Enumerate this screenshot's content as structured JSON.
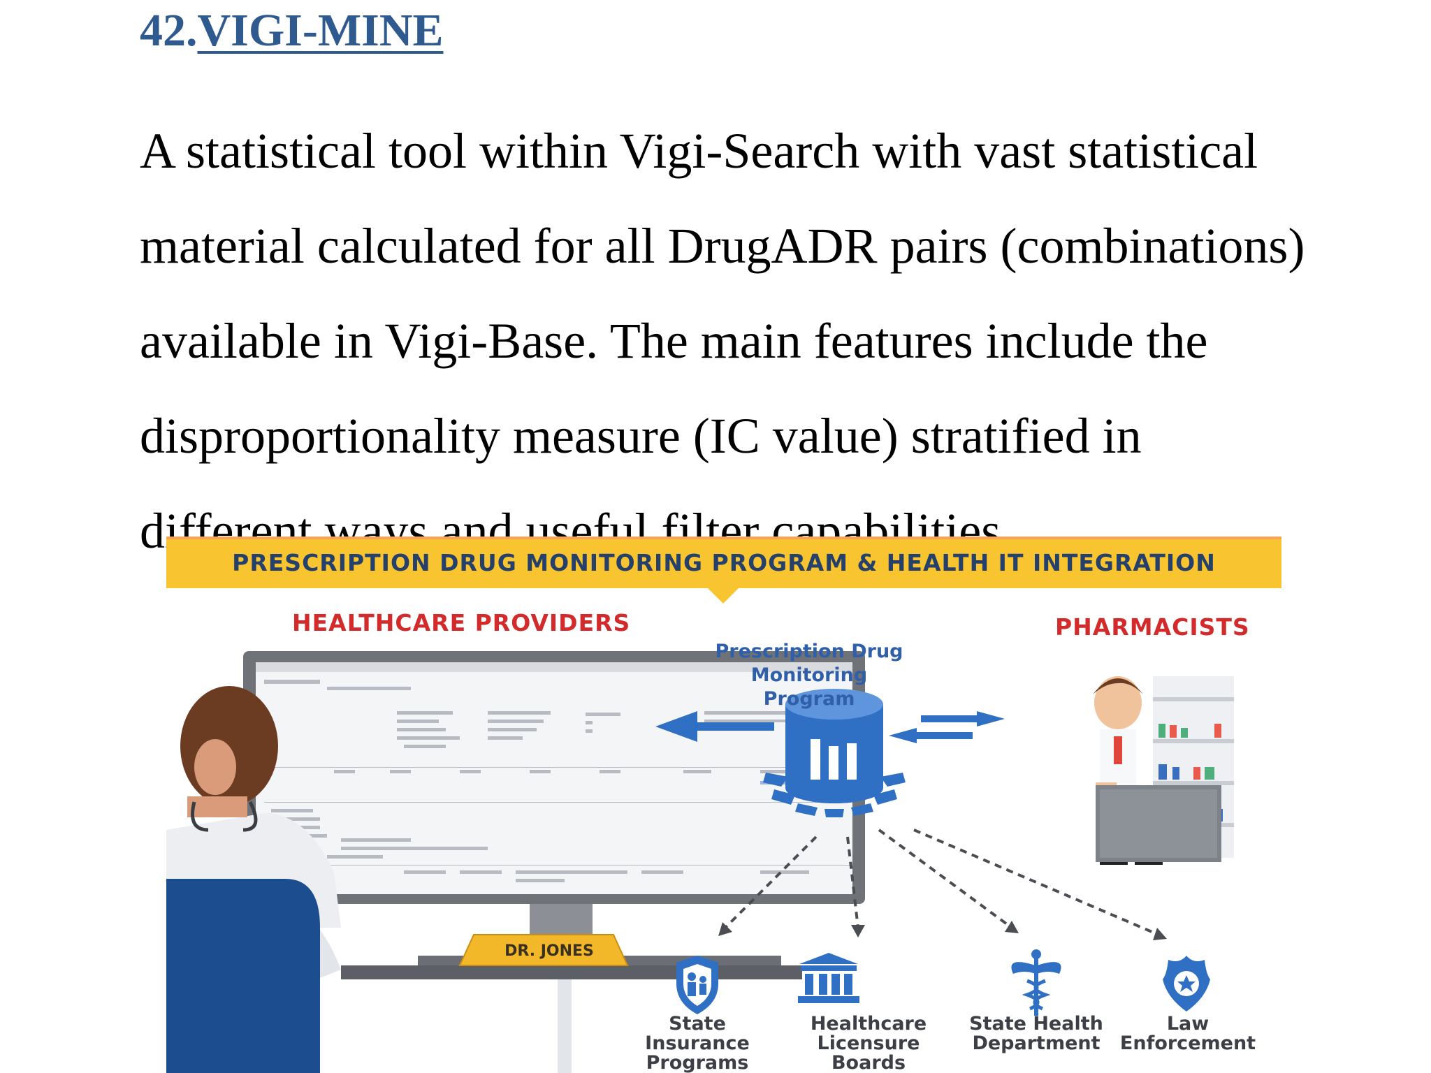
{
  "heading": {
    "number": "42.",
    "title": "VIGI-MINE"
  },
  "paragraph": {
    "lines": [
      "A statistical tool within Vigi-Search with vast statistical",
      "material calculated for all DrugADR pairs (combinations)",
      "available in Vigi-Base. The main features include the",
      "disproportionality measure (IC value) stratified in",
      "different ways and useful filter capabilities."
    ]
  },
  "infographic": {
    "banner": "PRESCRIPTION DRUG MONITORING PROGRAM & HEALTH IT INTEGRATION",
    "providers_label": "HEALTHCARE PROVIDERS",
    "pharmacists_label": "PHARMACISTS",
    "pdmp_label": [
      "Prescription Drug",
      "Monitoring Program"
    ],
    "nameplate": "DR. JONES",
    "agencies": [
      {
        "icon": "shield-family-icon",
        "line1": "State Insurance",
        "line2": "Programs"
      },
      {
        "icon": "courthouse-icon",
        "line1": "Healthcare",
        "line2": "Licensure Boards"
      },
      {
        "icon": "caduceus-icon",
        "line1": "State Health",
        "line2": "Department"
      },
      {
        "icon": "police-badge-icon",
        "line1": "Law",
        "line2": "Enforcement"
      }
    ],
    "colors": {
      "banner": "#f8c530",
      "banner_text": "#24406b",
      "accent_red": "#d32b2b",
      "accent_blue": "#2f6fc4"
    }
  }
}
